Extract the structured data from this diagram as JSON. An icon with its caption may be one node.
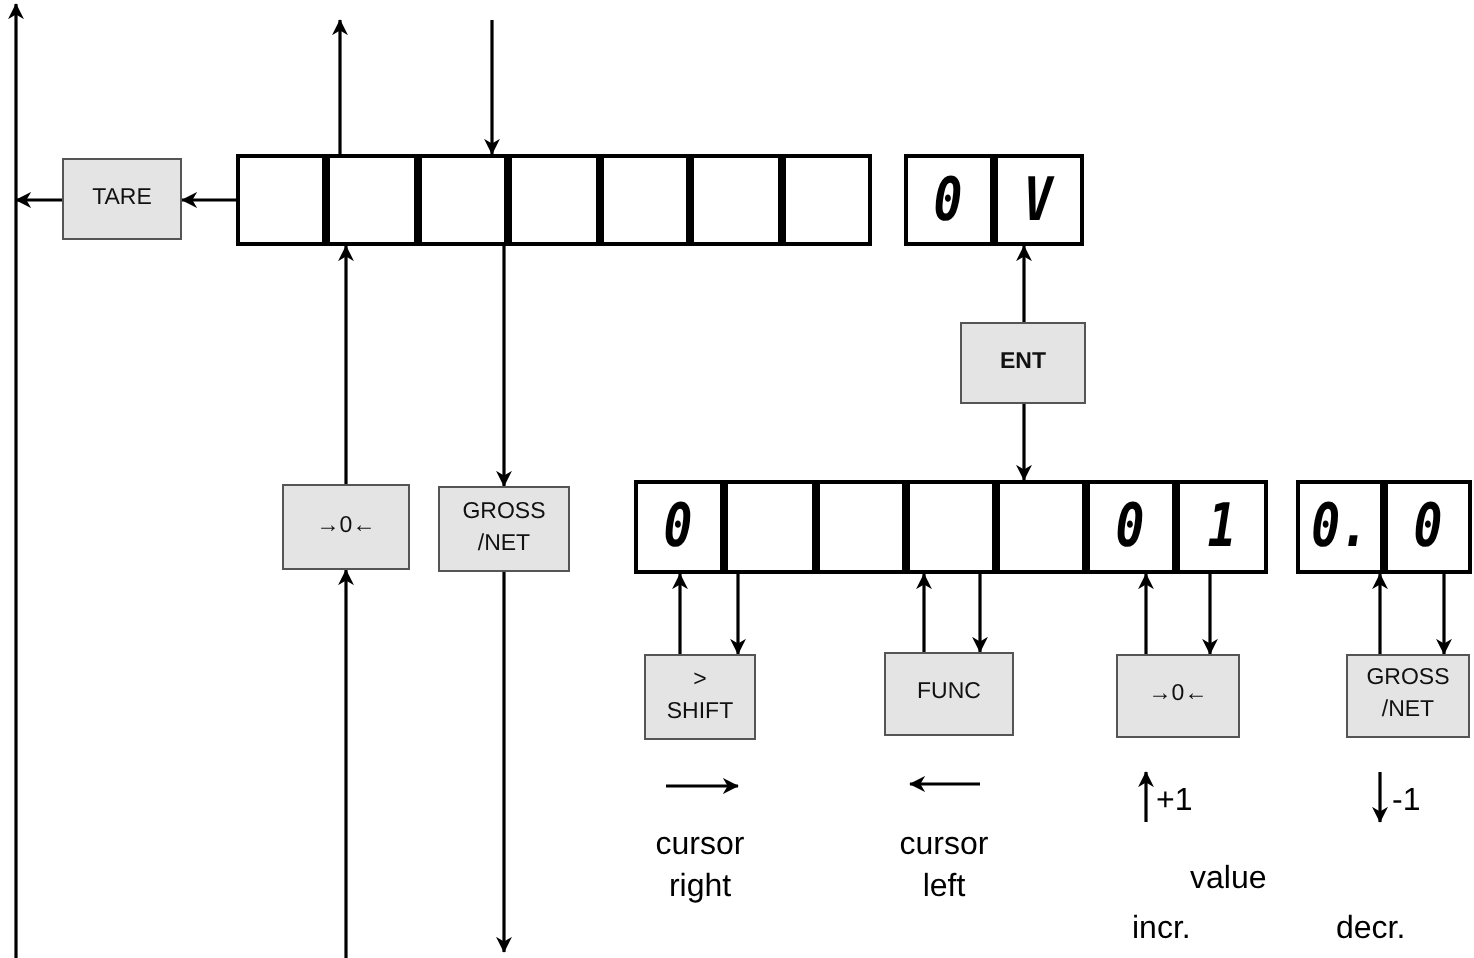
{
  "diagram": {
    "nodes": [
      {
        "text": [
          "TARE"
        ]
      },
      {
        "text": [],
        "shape": "box"
      },
      {
        "text": [],
        "shape": "box"
      },
      {
        "text": [],
        "shape": "box"
      },
      {
        "text": [],
        "shape": "box"
      },
      {
        "text": [],
        "shape": "box"
      },
      {
        "text": [],
        "shape": "box"
      },
      {
        "text": [],
        "shape": "box"
      },
      {
        "text": [
          "0"
        ]
      },
      {
        "text": [
          "V"
        ]
      },
      {
        "text": [
          "ENT"
        ]
      },
      {
        "text": [
          "→0←"
        ]
      },
      {
        "text": [
          "GROSS /NET"
        ]
      },
      {
        "text": [
          "0"
        ]
      },
      {
        "text": [],
        "shape": "box"
      },
      {
        "text": [],
        "shape": "box"
      },
      {
        "text": [],
        "shape": "box"
      },
      {
        "text": [],
        "shape": "box"
      },
      {
        "text": [
          "0"
        ]
      },
      {
        "text": [
          "1"
        ]
      },
      {
        "text": [
          "0."
        ]
      },
      {
        "text": [
          "0"
        ]
      },
      {
        "text": [
          "> SHIFT"
        ]
      },
      {
        "text": [
          "FUNC"
        ]
      },
      {
        "text": [
          "→0←"
        ]
      },
      {
        "text": [
          "GROSS /NET"
        ]
      }
    ],
    "edges": [
      {
        "from": 1,
        "to": 0,
        "arrow": "to"
      },
      {
        "from": 0,
        "to": null,
        "arrow": "to"
      },
      {
        "from": 2,
        "to": null,
        "arrow": "to"
      },
      {
        "from": null,
        "to": 3,
        "arrow": "to"
      },
      {
        "from": null,
        "to": 11,
        "arrow": "to"
      },
      {
        "from": 11,
        "to": 2,
        "arrow": "to"
      },
      {
        "from": 3,
        "to": 12,
        "arrow": "to"
      },
      {
        "from": 12,
        "to": null,
        "arrow": "to"
      },
      {
        "from": 10,
        "to": 9,
        "arrow": "to"
      },
      {
        "from": 10,
        "to": 17,
        "arrow": "to"
      },
      {
        "from": 22,
        "to": 13,
        "arrow": "to"
      },
      {
        "from": 14,
        "to": 22,
        "arrow": "to"
      },
      {
        "from": 23,
        "to": 16,
        "arrow": "to"
      },
      {
        "from": 16,
        "to": 23,
        "arrow": "to"
      },
      {
        "from": 24,
        "to": 18,
        "arrow": "to"
      },
      {
        "from": 19,
        "to": 24,
        "arrow": "to"
      },
      {
        "from": 25,
        "to": 20,
        "arrow": "to"
      },
      {
        "from": 21,
        "to": 25,
        "arrow": "to"
      }
    ],
    "labels": [
      "cursor right",
      "cursor left",
      "+1",
      "-1",
      "value",
      "incr.",
      "decr."
    ]
  }
}
